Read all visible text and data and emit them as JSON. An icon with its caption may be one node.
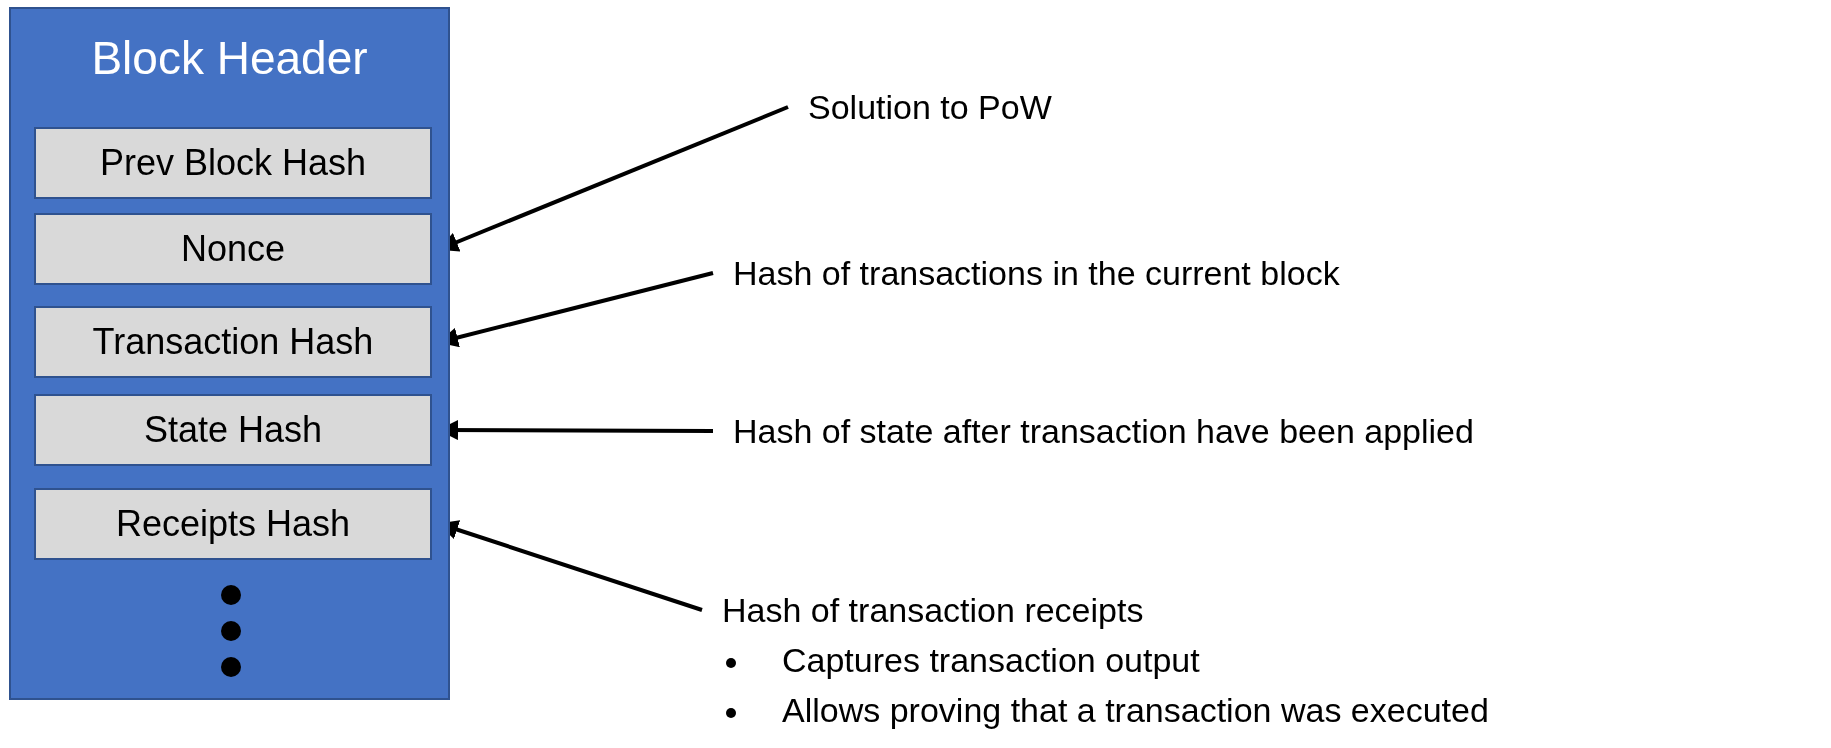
{
  "diagram": {
    "nodes": [
      {
        "text": [
          "Block Header"
        ]
      },
      {
        "text": [
          "Prev Block Hash"
        ],
        "in": 0
      },
      {
        "text": [
          "Nonce"
        ],
        "in": 0
      },
      {
        "text": [
          "Transaction Hash"
        ],
        "in": 0
      },
      {
        "text": [
          "State Hash"
        ],
        "in": 0
      },
      {
        "text": [
          "Receipts Hash"
        ],
        "in": 0
      },
      {
        "text": [
          "Solution to PoW"
        ]
      },
      {
        "text": [
          "Hash of transactions in the current block"
        ]
      },
      {
        "text": [
          "Hash of state after transaction have been applied"
        ]
      },
      {
        "text": [
          "Hash of transaction receipts",
          "Captures transaction output",
          "Allows proving that a transaction was executed"
        ]
      }
    ],
    "edges": [
      {
        "from": 6,
        "to": 2,
        "arrow": "to"
      },
      {
        "from": 7,
        "to": 3,
        "arrow": "to"
      },
      {
        "from": 8,
        "to": 4,
        "arrow": "to"
      },
      {
        "from": 9,
        "to": 5,
        "arrow": "to"
      }
    ]
  }
}
